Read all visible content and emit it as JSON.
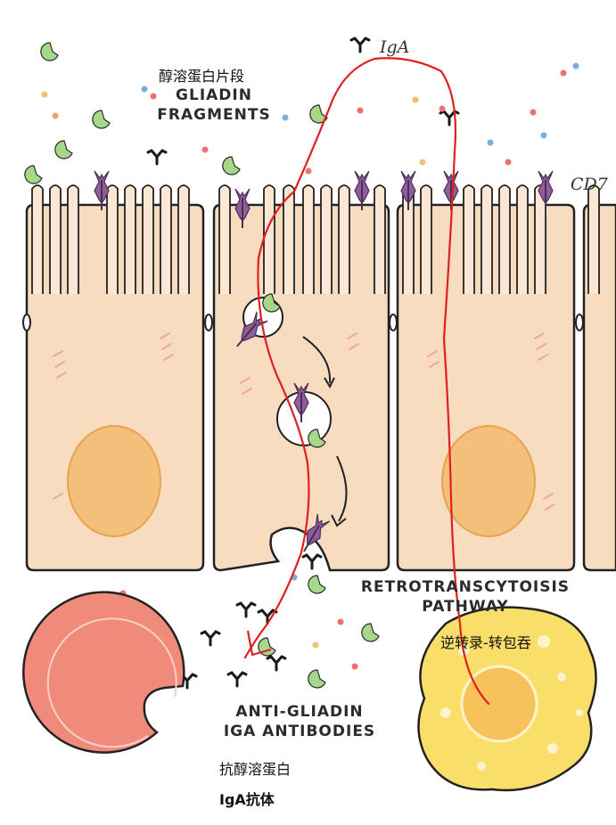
{
  "labels": {
    "gliadin_cn": "醇溶蛋白片段",
    "gliadin_line1": "GLIADIN",
    "gliadin_line2": "FRAGMENTS",
    "iga_top": "IgA",
    "cd71": "CD7",
    "retro_line1": "RETROTRANSCYTOISIS",
    "retro_line2": "PATHWAY",
    "retro_cn": "逆转录-转包吞",
    "anti_line1": "ANTI-GLIADIN",
    "anti_line2": "IGA ANTIBODIES",
    "anti_cn1": "抗醇溶蛋白",
    "anti_cn2": "IgA抗体"
  },
  "colors": {
    "cell_fill": "#f8dcc0",
    "cell_outline": "#222222",
    "nucleus": "#f2c07a",
    "receptor": "#8e5d9a",
    "gliadin": "#a7d88a",
    "plasma_cell": "#f08a7a",
    "macrophage": "#f9df6a",
    "annotation_red": "#e02020"
  },
  "icons": [
    "gliadin-fragment-icon",
    "iga-antibody-icon",
    "cd71-receptor-icon"
  ]
}
